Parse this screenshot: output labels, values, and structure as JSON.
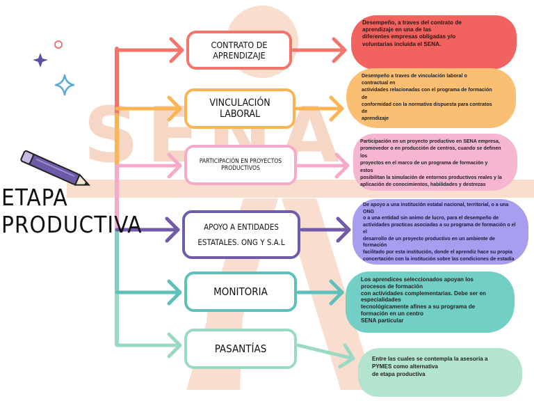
{
  "title": "ETAPA\nPRODUCTIVA",
  "watermark_text": "SENA",
  "colors": {
    "contrato": "#f2746b",
    "vinculacion": "#fbb454",
    "participacion": "#f7a9c9",
    "apoyo": "#6f5ba7",
    "monitoria": "#5dc1b9",
    "pasantias": "#9ad9c3",
    "watermark": "#f8d8c6",
    "pencil": "#6b5aa6"
  },
  "icons": [
    "star-icon",
    "sparkle-icon",
    "circle-icon",
    "pencil-icon"
  ],
  "items": [
    {
      "label": "CONTRATO DE APRENDIZAJE",
      "description": "Desempeño, a traves del contrato de\naprendizaje en una de las\ndiferentes empresas obligadas y/o\nvoluntarias incluida el SENA."
    },
    {
      "label": "VINCULACIÓN LABORAL",
      "description": "Desempeño a traves de vinculación laboral o\ncontractual en\nactividades relacionadas con el programa de formación\nde\nconformidad con la normativa dispuesta para contratos\nde\naprendizaje"
    },
    {
      "label": "PARTICIPACIÓN EN PROYECTOS PRODUCTIVOS",
      "description": "Participación en un proyecto productivo en SENA empresa,\npromovedor o en producción de centros, cuando se definen\nlos\nproyectos en el marco de un programa de formación y\nestos\nposibilitan la simulación de entornos productivos reales y la\naplicación de conocimientos, habilidades y destrezas"
    },
    {
      "label": "APOYO A ENTIDADES\nESTATALES. ONG Y S.A.L",
      "description": "De apoyo a una institución estatal nacional, territorial, o a una\nONG\no a una entidad sin animo de lucro, para el desempeño de\nactividades practicas asociadas a su programa de formación o el\nel\ndesarrollo de un proyecto productivo en un ambiente de\nformación\nfacilitado por esta institución, donde el aprendiz hace su propia\nconcertación con la institución sobre las condiciones de estadía"
    },
    {
      "label": "MONITORIA",
      "description": "Los aprendices seleccionados apoyan los\nprocesos de formación\ncon actividades complementarias. Debe ser en\nespecialidades\ntecnológicamente afines a su programa de\nformación en un centro\nSENA particular"
    },
    {
      "label": "PASANTÍAS",
      "description": "Entre las cuales se contempla la asesoría a\nPYMES como alternativa\nde etapa productiva"
    }
  ]
}
